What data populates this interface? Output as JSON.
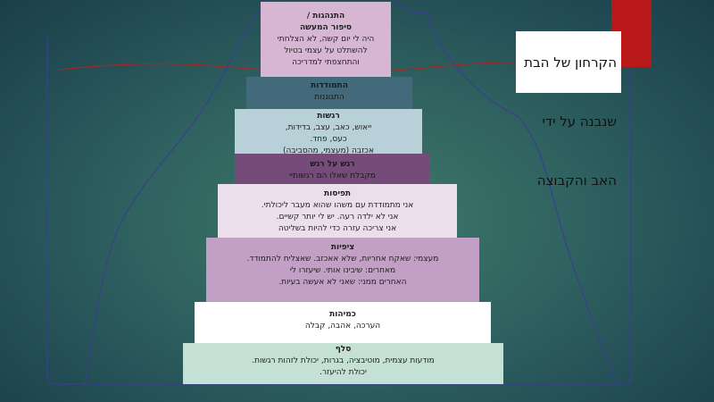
{
  "colors": {
    "background_center": "#3f7a6a",
    "background_edge": "#1b3f48",
    "accent_red": "#b81818",
    "outline_line": "#3a3f8f",
    "red_line": "#a02828"
  },
  "title": {
    "lines": [
      "הקרחון של הבת",
      "שנבנה על ידי",
      "האב והקבוצה"
    ]
  },
  "tiers": [
    {
      "key": "behavior",
      "color": "#d7b6d4",
      "text_color": "#222222",
      "heading": "התנהגות /\nסיפור המעשה",
      "lines": [
        "היה לי יום קשה, לא הצלחתי",
        "להשתלט על עצמי בטיול",
        "והתחצפתי למדריכה"
      ]
    },
    {
      "key": "coping",
      "color": "#436a7a",
      "text_color": "#1b1b1b",
      "heading": "התמודדות",
      "lines": [
        "התגוננות"
      ]
    },
    {
      "key": "feelings",
      "color": "#b8d0d8",
      "text_color": "#222222",
      "heading": "רגשות",
      "lines": [
        "ייאוש, כאב, עצב, בדידות,",
        "כעס, פחד.",
        "אכזבה (מעצמי, מהסביבה)"
      ]
    },
    {
      "key": "feeling-about-feeling",
      "color": "#754b79",
      "text_color": "#1a1a1a",
      "heading": "רגש על רגש",
      "lines": [
        "מקבלת שאלו הם רגשותיי"
      ]
    },
    {
      "key": "perceptions",
      "color": "#ecdfec",
      "text_color": "#222222",
      "heading": "תפיסות",
      "lines": [
        "אני מתמודדת עם משהו שהוא מעבר ליכולתי.",
        "אני לא ילדה רעה. יש לי יותר קשיים.",
        "אני צריכה עזרה כדי להיות בשליטה"
      ]
    },
    {
      "key": "expectations",
      "color": "#c29fc4",
      "text_color": "#222222",
      "heading": "ציפיות",
      "lines": [
        "מעצמי: שאקח אחריות, שלא אאכזב. שאצליח להתמודד.",
        "מאחרים: שיבינו אותי. שיעזרו לי",
        "האחרים ממני: שאני לא אעשה בעיות."
      ]
    },
    {
      "key": "yearnings",
      "color": "#ffffff",
      "text_color": "#222222",
      "heading": "כמיהות",
      "lines": [
        "הערכה, אהבה, קבלה"
      ]
    },
    {
      "key": "self",
      "color": "#c5e1d5",
      "text_color": "#222222",
      "heading": "סלף",
      "lines": [
        "מודעות עצמית, מוטיבציה, בגרות, יכולת לזהות רגשות.",
        "יכולת להיעזר."
      ]
    }
  ]
}
